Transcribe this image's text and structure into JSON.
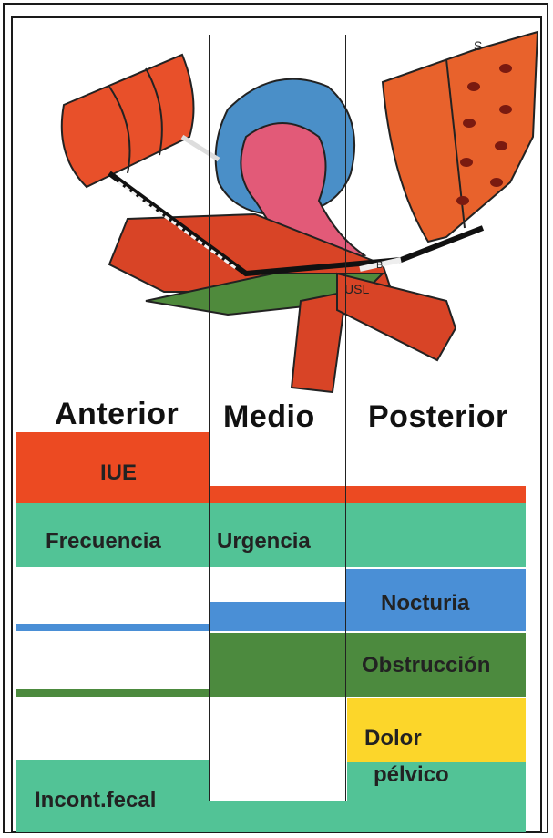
{
  "columns": {
    "anterior": "Anterior",
    "medio": "Medio",
    "posterior": "Posterior"
  },
  "symptoms": {
    "iue": "IUE",
    "frecuencia": "Frecuencia",
    "urgencia": "Urgencia",
    "nocturia": "Nocturia",
    "obstruccion": "Obstrucción",
    "dolor_line1": "Dolor",
    "dolor_line2": "pélvico",
    "incont_fecal": "Incont.fecal"
  },
  "illustration_labels": {
    "s": "S",
    "usl": "USL",
    "b": "B"
  },
  "colors": {
    "red": "#ec4a22",
    "teal": "#52c396",
    "blue": "#4a8fd6",
    "green": "#4c8a3e",
    "yellow": "#fcd62a"
  }
}
